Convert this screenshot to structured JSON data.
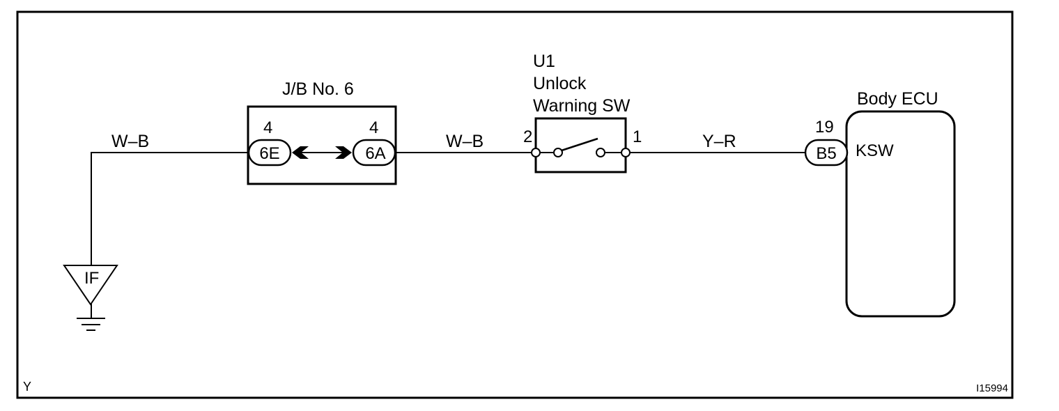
{
  "frame": {
    "corner_left": "Y",
    "figure_id": "I15994"
  },
  "ground": {
    "label": "IF"
  },
  "wires": {
    "ground_to_jb": "W–B",
    "jb_to_switch": "W–B",
    "switch_to_ecu": "Y–R"
  },
  "junction_block": {
    "title": "J/B No. 6",
    "left_pin": "4",
    "left_connector": "6E",
    "right_pin": "4",
    "right_connector": "6A"
  },
  "switch": {
    "code": "U1",
    "name_line1": "Unlock",
    "name_line2": "Warning SW",
    "pin_left": "2",
    "pin_right": "1"
  },
  "ecu": {
    "title": "Body ECU",
    "pin": "19",
    "connector": "B5",
    "terminal": "KSW"
  }
}
